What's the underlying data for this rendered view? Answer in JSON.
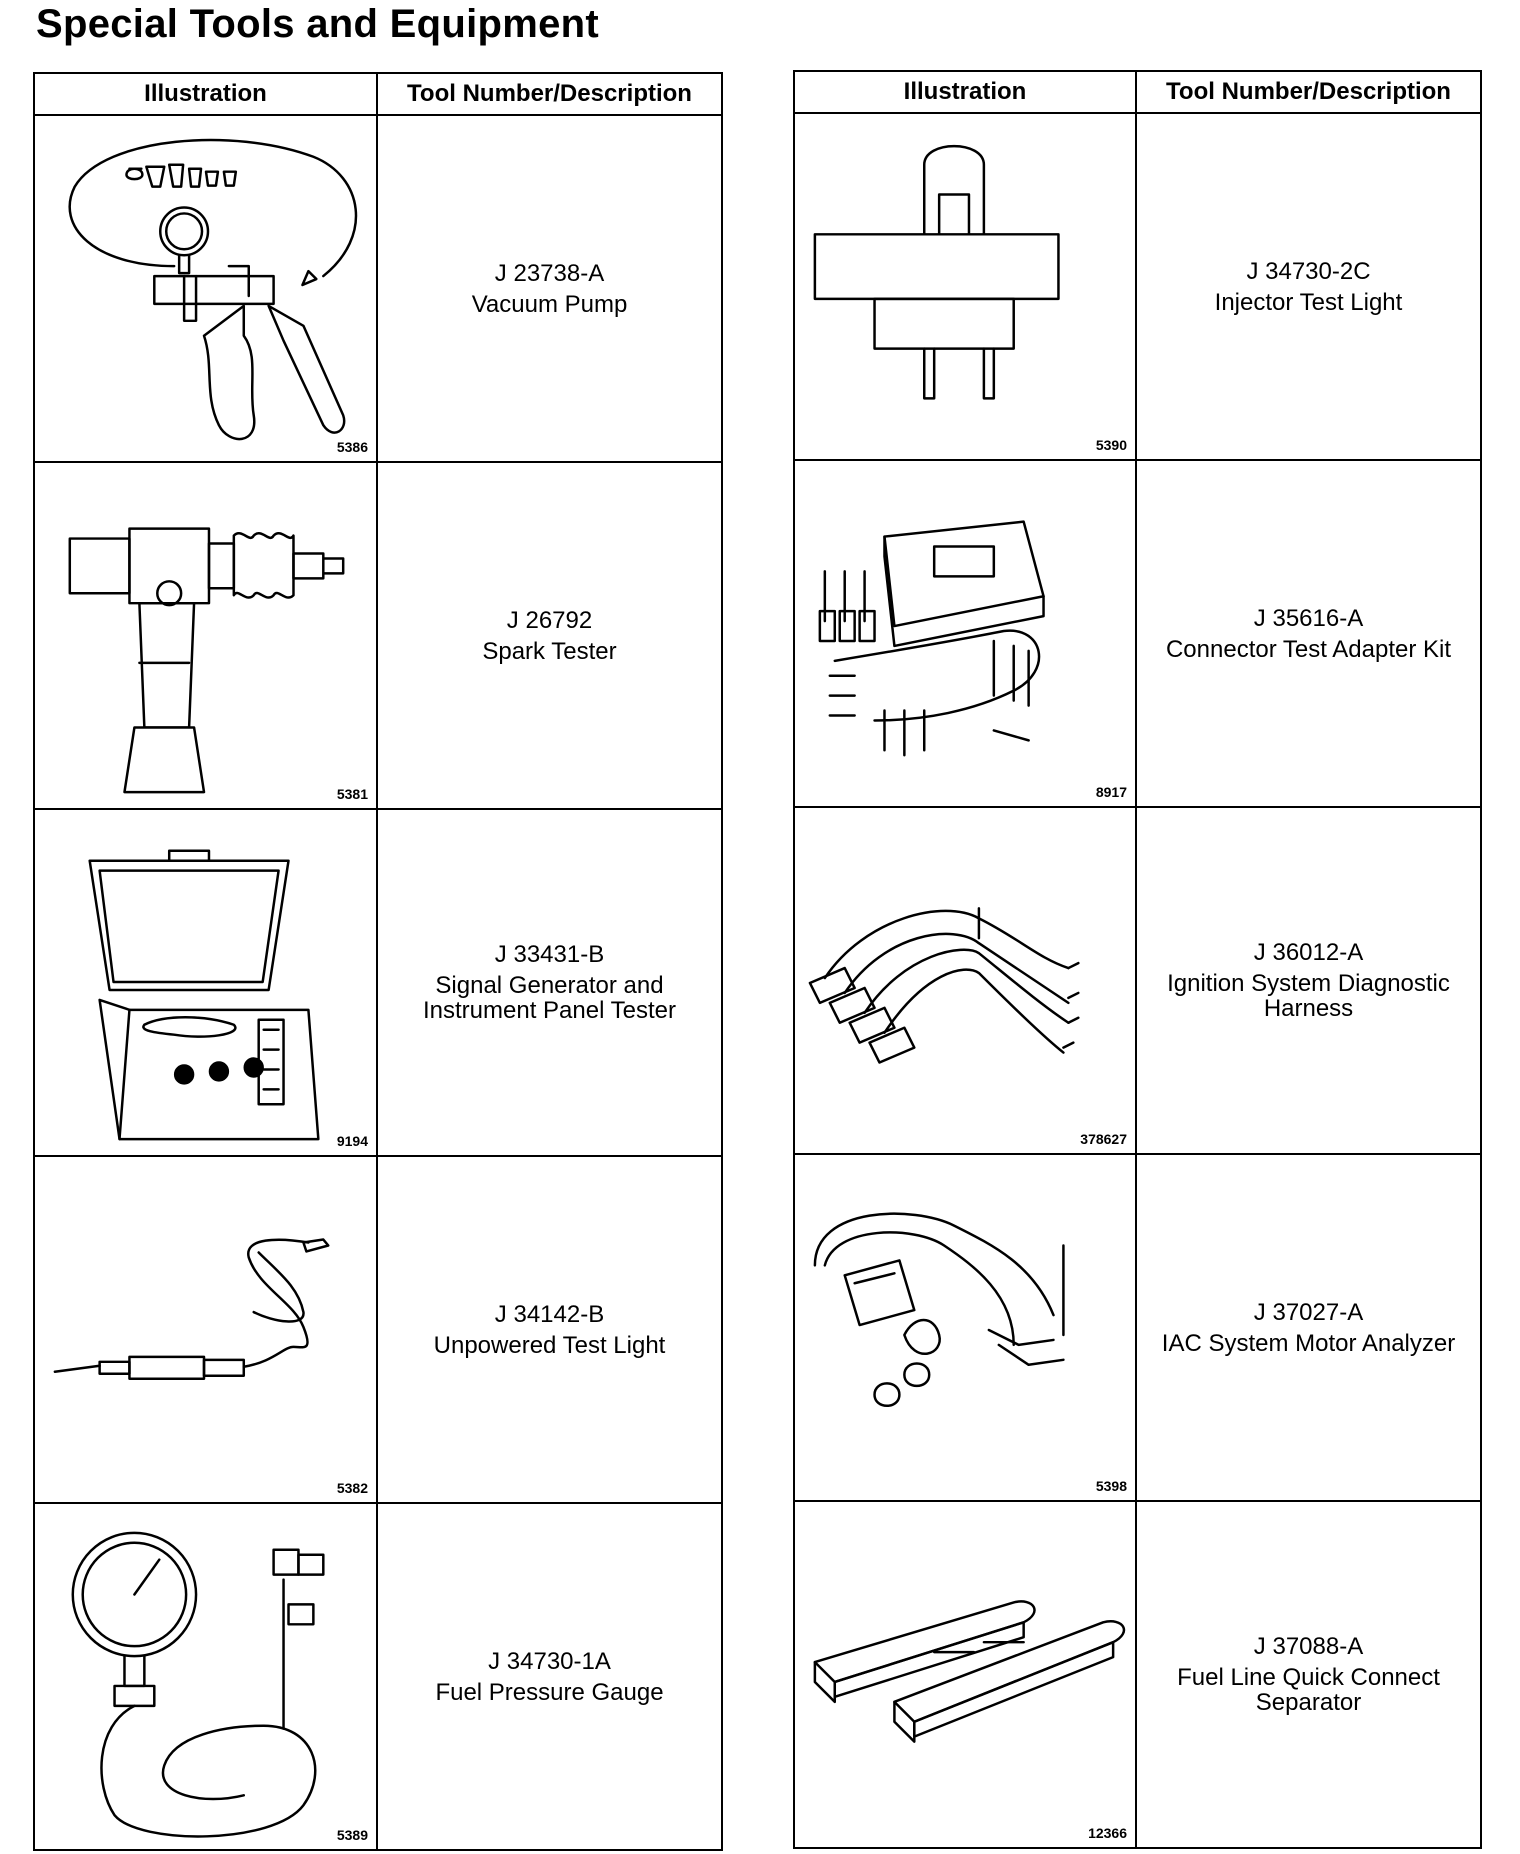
{
  "title": "Special Tools and Equipment",
  "headers": {
    "illustration": "Illustration",
    "tool": "Tool Number/Description"
  },
  "tables": [
    [
      {
        "number": "J 23738-A",
        "desc": "Vacuum Pump",
        "fig": "5386",
        "icon": "vacuum-pump-icon"
      },
      {
        "number": "J 26792",
        "desc": "Spark Tester",
        "fig": "5381",
        "icon": "spark-tester-icon"
      },
      {
        "number": "J 33431-B",
        "desc": "Signal Generator and\nInstrument Panel Tester",
        "fig": "9194",
        "icon": "signal-generator-icon"
      },
      {
        "number": "J 34142-B",
        "desc": "Unpowered Test Light",
        "fig": "5382",
        "icon": "test-light-icon"
      },
      {
        "number": "J 34730-1A",
        "desc": "Fuel Pressure Gauge",
        "fig": "5389",
        "icon": "fuel-pressure-gauge-icon"
      }
    ],
    [
      {
        "number": "J 34730-2C",
        "desc": "Injector Test Light",
        "fig": "5390",
        "icon": "injector-test-light-icon"
      },
      {
        "number": "J 35616-A",
        "desc": "Connector Test Adapter Kit",
        "fig": "8917",
        "icon": "connector-adapter-kit-icon"
      },
      {
        "number": "J 36012-A",
        "desc": "Ignition System Diagnostic\nHarness",
        "fig": "378627",
        "icon": "diagnostic-harness-icon"
      },
      {
        "number": "J 37027-A",
        "desc": "IAC System Motor Analyzer",
        "fig": "5398",
        "icon": "iac-analyzer-icon"
      },
      {
        "number": "J 37088-A",
        "desc": "Fuel Line Quick Connect\nSeparator",
        "fig": "12366",
        "icon": "quick-connect-separator-icon"
      }
    ]
  ]
}
